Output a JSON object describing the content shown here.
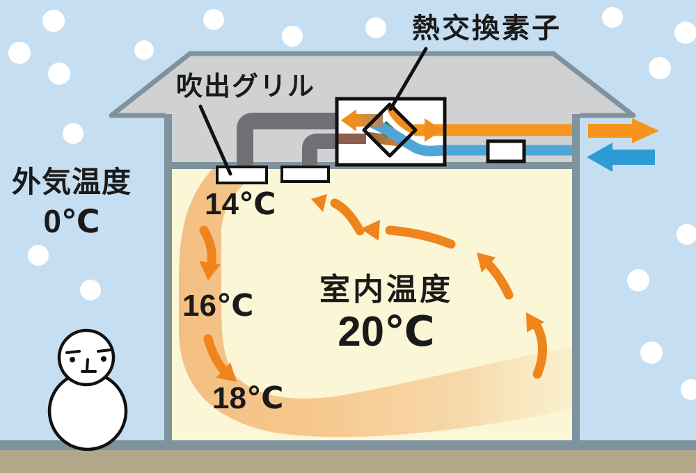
{
  "diagram_title": "heat-exchange-ventilation-winter-diagram",
  "labels": {
    "heat_exchanger": "熱交換素子",
    "outlet_grille": "吹出グリル",
    "outside_air_label": "外気温度",
    "outside_air_temp": "0℃",
    "room_label": "室内温度",
    "room_temp": "20℃",
    "grille_outlet_temp": "14℃",
    "mid_room_temp": "16℃",
    "floor_level_temp": "18℃"
  },
  "palette": {
    "sky_blue": "#C6DEF1",
    "snow_white": "#FFFFFF",
    "roof_attic_gray": "#CFD1D3",
    "frame_gray": "#7E939E",
    "room_cream": "#FBF6D6",
    "airflow_band_orange": "#F4BF82",
    "flow_arrow_orange": "#F0841C",
    "exhaust_arrow_orange": "#F7941D",
    "intake_arrow_blue": "#2E9BD6",
    "intake_pipe_blue": "#4FA6D6",
    "duct_gray": "#6F7074",
    "return_duct_brown": "#8C5E50",
    "element_teal": "#2FA0A0",
    "element_green": "#2E7B4C",
    "ground_tan": "#B3A78A",
    "text_black": "#1A1A1A"
  }
}
